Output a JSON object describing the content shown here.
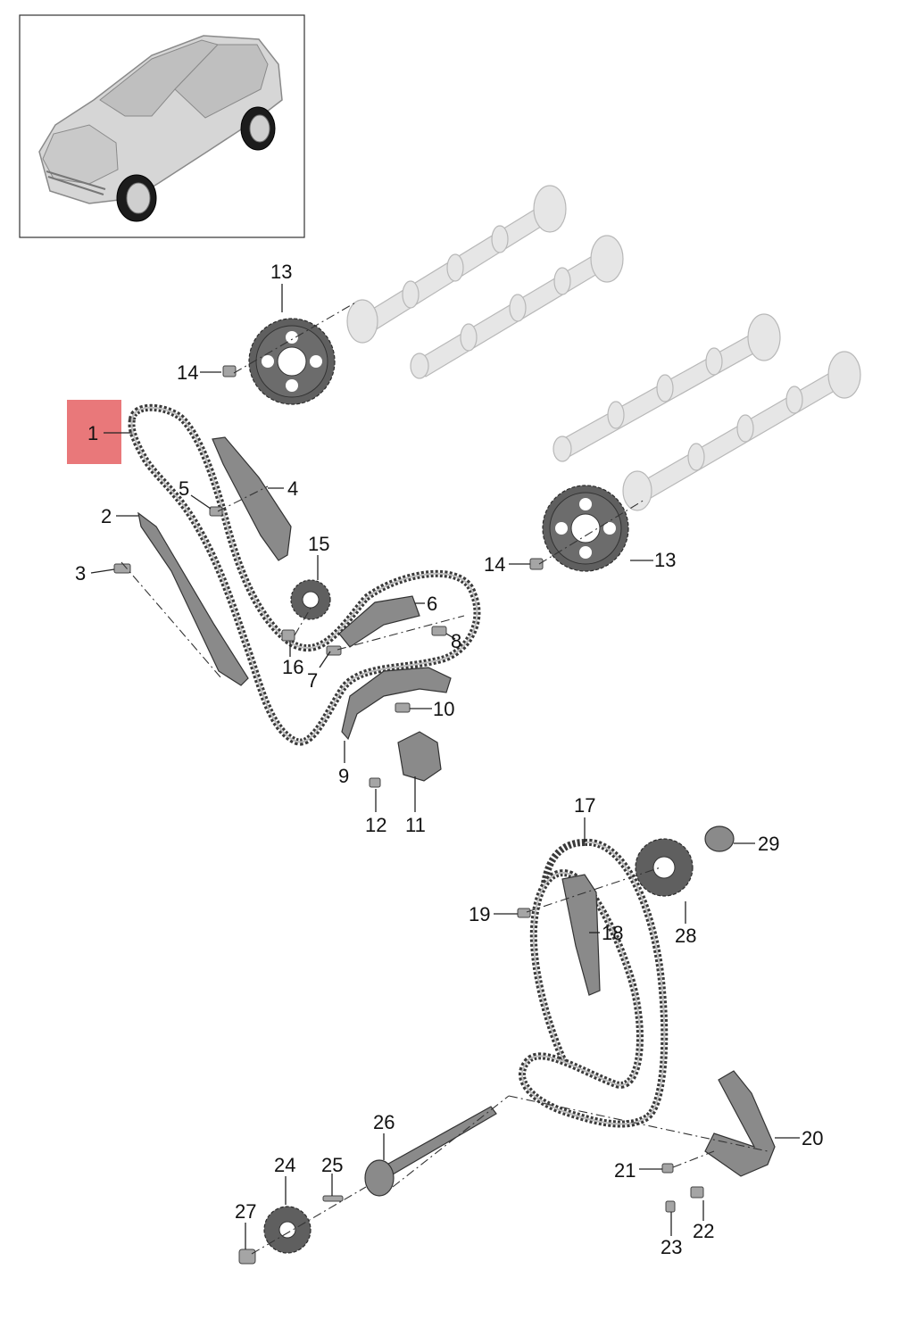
{
  "diagram": {
    "highlight_color": "#e9787a",
    "highlighted_callout": "1",
    "thumbnail_icon": "vehicle-suv-icon",
    "callouts": {
      "c1": "1",
      "c2": "2",
      "c3": "3",
      "c4": "4",
      "c5": "5",
      "c6": "6",
      "c7": "7",
      "c8": "8",
      "c9": "9",
      "c10": "10",
      "c11": "11",
      "c12": "12",
      "c13a": "13",
      "c13b": "13",
      "c14a": "14",
      "c14b": "14",
      "c15": "15",
      "c16": "16",
      "c17": "17",
      "c18": "18",
      "c19": "19",
      "c20": "20",
      "c21": "21",
      "c22": "22",
      "c23": "23",
      "c24": "24",
      "c25": "25",
      "c26": "26",
      "c27": "27",
      "c28": "28",
      "c29": "29"
    }
  }
}
